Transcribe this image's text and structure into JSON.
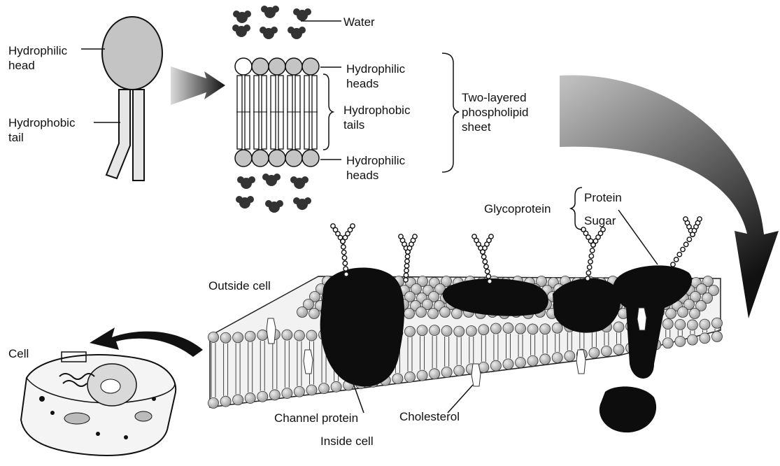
{
  "labels": {
    "hydrophilic_head": "Hydrophilic\nhead",
    "hydrophobic_tail": "Hydrophobic\ntail",
    "water": "Water",
    "hydrophilic_heads_top": "Hydrophilic\nheads",
    "hydrophobic_tails": "Hydrophobic\ntails",
    "hydrophilic_heads_bottom": "Hydrophilic\nheads",
    "two_layered_sheet": "Two-layered\nphospholipid\nsheet",
    "glycoprotein": "Glycoprotein",
    "protein": "Protein",
    "sugar": "Sugar",
    "outside_cell": "Outside cell",
    "cell": "Cell",
    "channel_protein": "Channel protein",
    "cholesterol": "Cholesterol",
    "inside_cell": "Inside cell"
  },
  "colors": {
    "ink": "#111111",
    "head_fill": "#c4c4c4",
    "membrane_fill": "#b8b8b8",
    "protein_fill": "#0d0d0d"
  }
}
